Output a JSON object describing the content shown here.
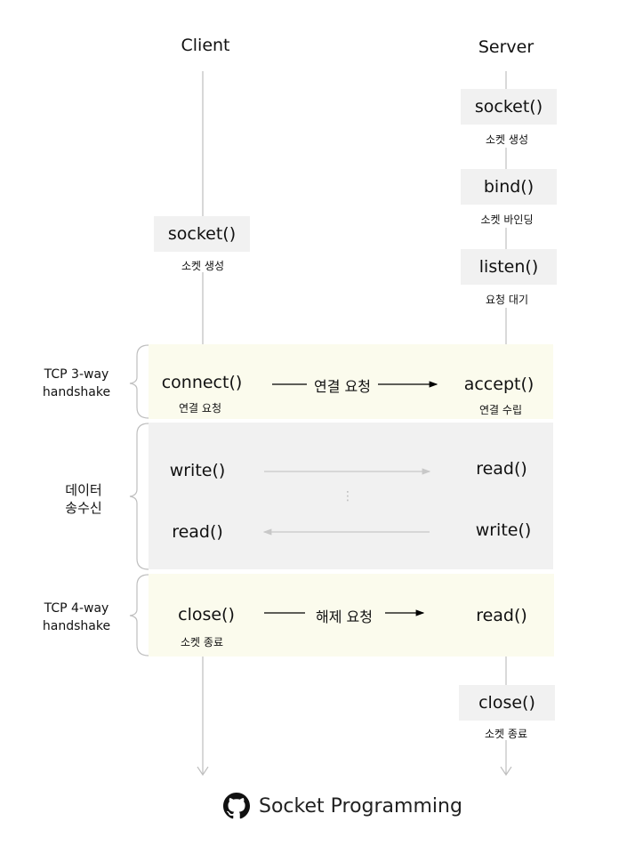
{
  "headers": {
    "client": "Client",
    "server": "Server"
  },
  "server_setup": [
    {
      "fn": "socket()",
      "desc": "소켓 생성"
    },
    {
      "fn": "bind()",
      "desc": "소켓 바인딩"
    },
    {
      "fn": "listen()",
      "desc": "요청 대기"
    }
  ],
  "client_setup": {
    "fn": "socket()",
    "desc": "소켓 생성"
  },
  "phases": {
    "handshake3": {
      "label_line1": "TCP 3-way",
      "label_line2": "handshake",
      "client_fn": "connect()",
      "client_desc": "연결 요청",
      "message": "연결 요청",
      "server_fn": "accept()",
      "server_desc": "연결 수립"
    },
    "data": {
      "label_line1": "데이터",
      "label_line2": "송수신",
      "client_fn1": "write()",
      "server_fn1": "read()",
      "client_fn2": "read()",
      "server_fn2": "write()",
      "ellipsis": "⋮"
    },
    "handshake4": {
      "label_line1": "TCP 4-way",
      "label_line2": "handshake",
      "client_fn": "close()",
      "client_desc": "소켓 종료",
      "message": "해제 요청",
      "server_fn": "read()"
    }
  },
  "server_close": {
    "fn": "close()",
    "desc": "소켓 종료"
  },
  "footer": {
    "icon": "github-icon",
    "title": "Socket Programming"
  },
  "colors": {
    "yellow_band": "#fbfbed",
    "gray_band": "#f1f1f1",
    "line": "#bfbfbf"
  }
}
